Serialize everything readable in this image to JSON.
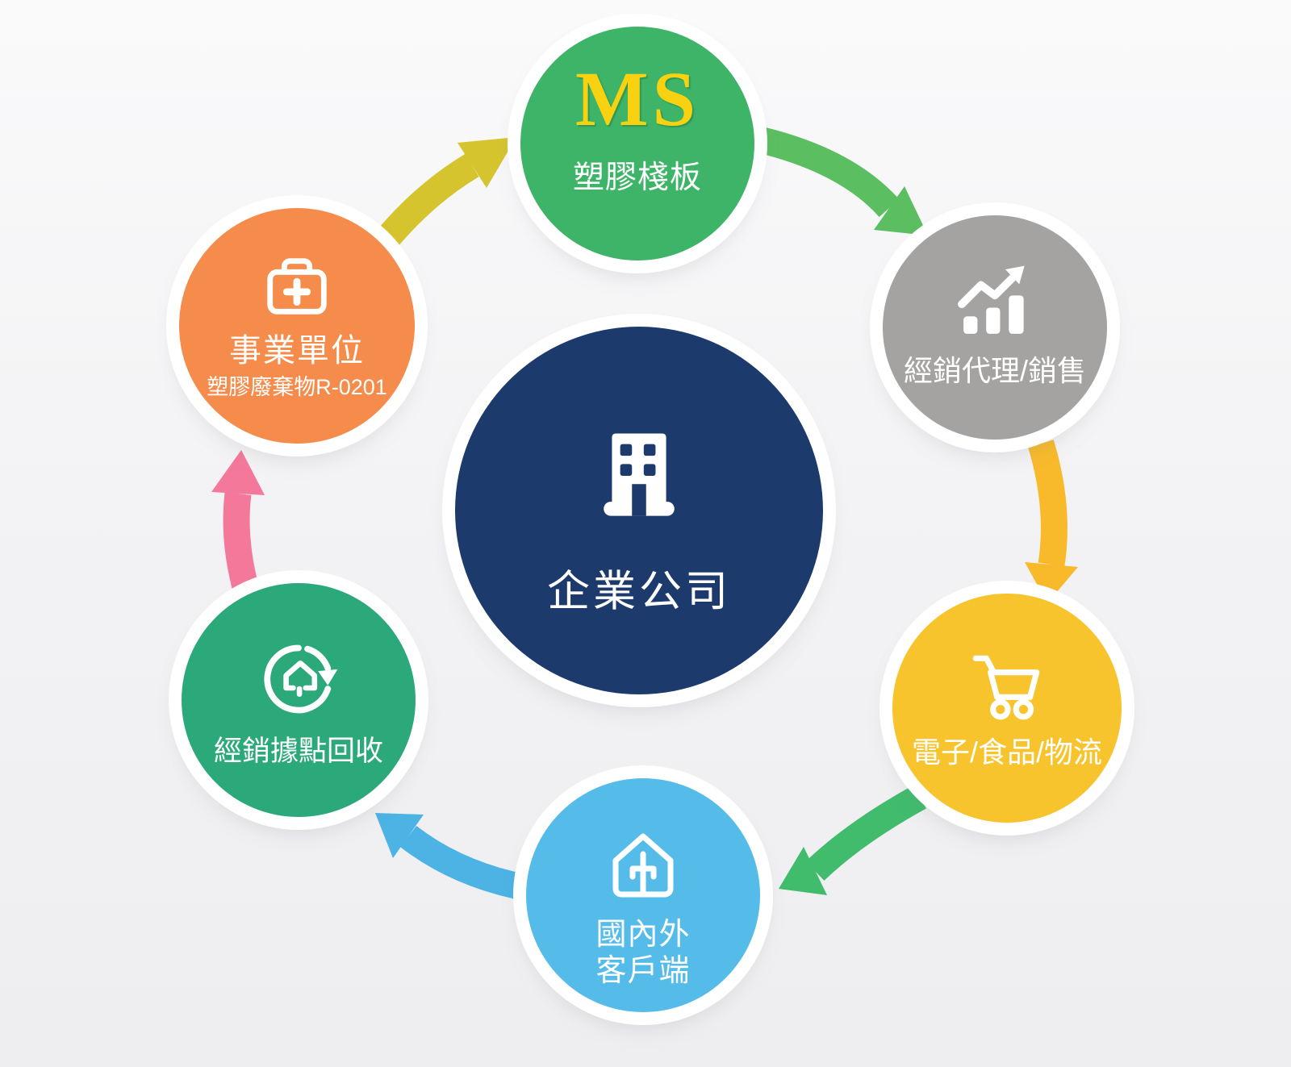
{
  "center": {
    "label": "企業公司",
    "color": "#1d3a6d",
    "icon": "building-icon"
  },
  "nodes": [
    {
      "id": "plastic-pallet",
      "logo": "MS",
      "logo_color": "#f8d211",
      "label": "塑膠棧板",
      "color": "#3db467"
    },
    {
      "id": "distribution-sales",
      "label": "經銷代理/銷售",
      "color": "#a4a3a2",
      "icon": "trending-up-chart-icon"
    },
    {
      "id": "electronics-food-logistics",
      "label": "電子/食品/物流",
      "color": "#f8c42d",
      "icon": "shopping-cart-icon"
    },
    {
      "id": "domestic-foreign-customers",
      "label": "國內外\n客戶端",
      "color": "#55bce9",
      "icon": "home-icon"
    },
    {
      "id": "dealer-recycling",
      "label": "經銷據點回收",
      "color": "#2ca97a",
      "icon": "recycle-home-icon"
    },
    {
      "id": "business-unit",
      "label": "事業單位",
      "sublabel": "塑膠廢棄物R-0201",
      "color": "#f68c4b",
      "icon": "first-aid-kit-icon"
    }
  ],
  "arrows": [
    {
      "from": "business-unit",
      "to": "plastic-pallet",
      "color": "#d6c42f"
    },
    {
      "from": "plastic-pallet",
      "to": "distribution-sales",
      "color": "#5bbf62"
    },
    {
      "from": "distribution-sales",
      "to": "electronics-food-logistics",
      "color": "#f8ba2b"
    },
    {
      "from": "electronics-food-logistics",
      "to": "domestic-foreign-customers",
      "color": "#41bc6d"
    },
    {
      "from": "domestic-foreign-customers",
      "to": "dealer-recycling",
      "color": "#4cb3e4"
    },
    {
      "from": "dealer-recycling",
      "to": "business-unit",
      "color": "#f4789a"
    }
  ]
}
